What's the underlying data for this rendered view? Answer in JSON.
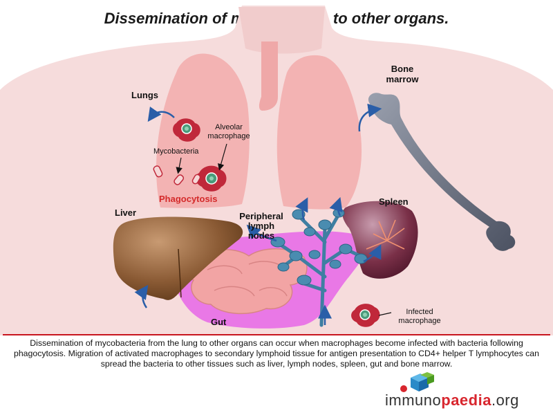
{
  "title": "Dissemination of mycobacteria to other organs.",
  "labels": {
    "lungs": "Lungs",
    "bone_marrow_1": "Bone",
    "bone_marrow_2": "marrow",
    "alveolar_1": "Alveolar",
    "alveolar_2": "macrophage",
    "mycobacteria": "Mycobacteria",
    "phagocytosis": "Phagocytosis",
    "liver": "Liver",
    "peripheral_1": "Peripheral",
    "peripheral_2": "lymph",
    "peripheral_3": "nodes",
    "spleen": "Spleen",
    "gut": "Gut",
    "infected_1": "Infected",
    "infected_2": "macrophage"
  },
  "caption": "Dissemination of mycobacteria from the lung to other organs can occur when macrophages become infected with bacteria following phagocytosis. Migration of activated macrophages to secondary lymphoid tissue for antigen presentation to CD4+ helper T lymphocytes can spread the bacteria to other tissues such as liver, lymph nodes, spleen, gut and bone marrow.",
  "logo": {
    "part1": "immuno",
    "part2": "paedia",
    "part3": ".org"
  },
  "colors": {
    "body": "#f6dcdc",
    "lung": "#f3b7b7",
    "liver": "#8a5a34",
    "spleen": "#7a3048",
    "bone": "#6a7080",
    "lymph": "#4a86a8",
    "gut": "#f0a0a0",
    "mesentery": "#e870e8",
    "arrow": "#2a5ea8",
    "accent": "#c8141e"
  }
}
